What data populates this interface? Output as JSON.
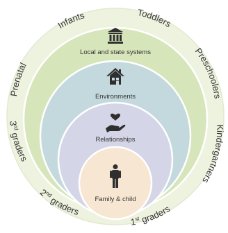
{
  "colors": {
    "page_background": "#ffffff",
    "outer_ring": "#eef3e0",
    "outer_ring_border": "#e2e9cf",
    "systems_circle": "#d7e5ba",
    "environments_circle": "#c3d9dd",
    "relationships_circle": "#d4d5e6",
    "family_circle": "#f7e6d2",
    "circle_border": "#ffffff",
    "icon": "#2f2f2f",
    "text": "#333333"
  },
  "outer_ring_labels": [
    {
      "text": "Prenatal",
      "sup": ""
    },
    {
      "text": "Infants",
      "sup": ""
    },
    {
      "text": "Toddlers",
      "sup": ""
    },
    {
      "text": "Preschoolers",
      "sup": ""
    },
    {
      "text": "Kindergartners",
      "sup": ""
    },
    {
      "text": "1",
      "sup": "st",
      "rest": " graders"
    },
    {
      "text": "2",
      "sup": "nd",
      "rest": " graders"
    },
    {
      "text": "3",
      "sup": "rd",
      "rest": " graders"
    }
  ],
  "layers": {
    "systems": {
      "label": "Local and state systems",
      "icon": "government-building-icon"
    },
    "environments": {
      "label": "Environments",
      "icon": "house-icon"
    },
    "relationships": {
      "label": "Relationships",
      "icon": "heart-in-hand-icon"
    },
    "family": {
      "label": "Family & child",
      "icon": "person-icon"
    }
  }
}
